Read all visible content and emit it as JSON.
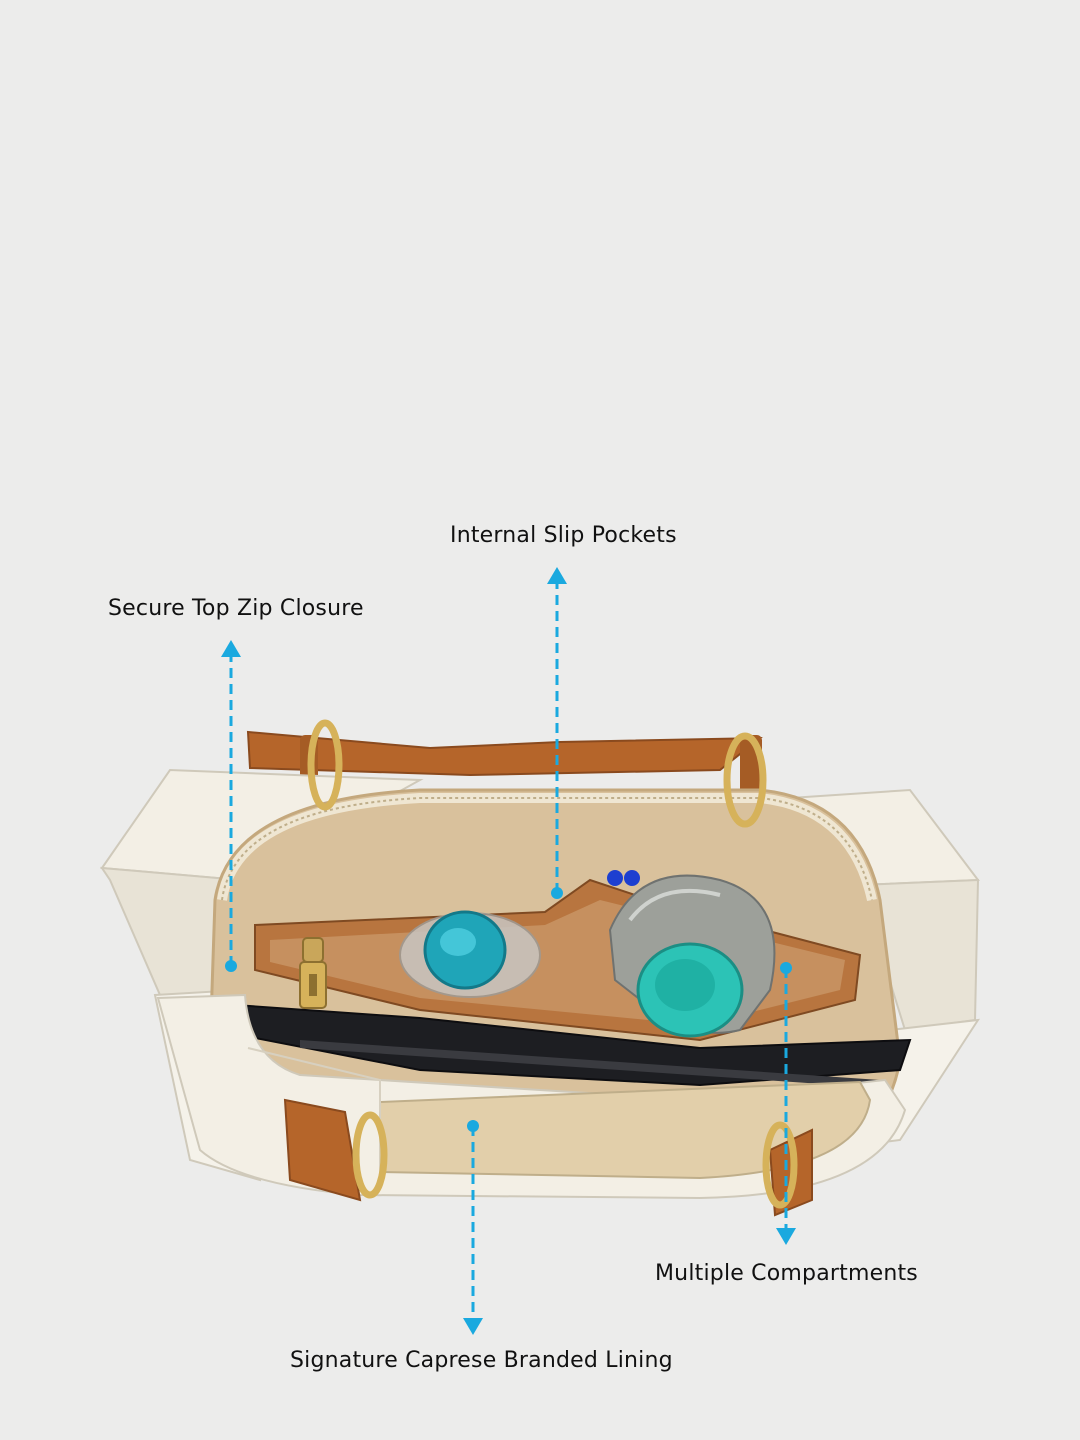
{
  "background_color": "#ececeb",
  "accent_color": "#1aa9df",
  "callouts": {
    "zip_closure": "Secure Top Zip Closure",
    "slip_pockets": "Internal Slip Pockets",
    "multiple_compartments": "Multiple Compartments",
    "branded_lining": "Signature Caprese Branded Lining"
  },
  "product": {
    "body_color": "#f1ede2",
    "strap_color": "#b5652a",
    "lining_color": "#d9c19c",
    "hardware_color": "#d6b25a"
  }
}
